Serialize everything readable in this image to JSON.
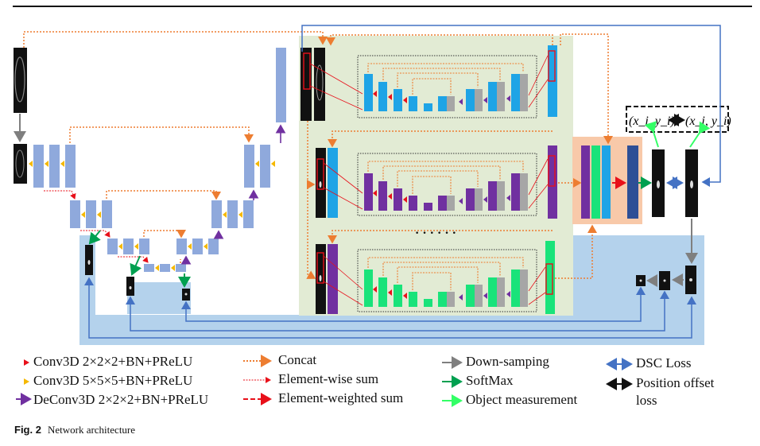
{
  "legend": {
    "conv3d_2": "Conv3D 2×2×2+BN+PReLU",
    "conv3d_5": "Conv3D 5×5×5+BN+PReLU",
    "deconv3d": "DeConv3D 2×2×2+BN+PReLU",
    "concat": "Concat",
    "element_sum": "Element-wise sum",
    "element_weighted_sum": "Element-weighted sum",
    "downsampling": "Down-samping",
    "softmax": "SoftMax",
    "object_measurement": "Object measurement",
    "dsc_loss": "DSC Loss",
    "position_offset_line1": "Position offset",
    "position_offset_line2": "loss"
  },
  "coords": {
    "left": "(x_i, y_i)",
    "right": "(x_i, y_i)"
  },
  "ellipsis": "· · · · · ·",
  "caption": {
    "label": "Fig. 2",
    "text": "Network architecture"
  },
  "colors": {
    "block_blue": "#8fa9dc",
    "cyan_block": "#1ea4e6",
    "purple_block": "#7030a0",
    "green_block": "#19e37a",
    "gray_block": "#a6a6a6",
    "dark_blue_block": "#2e4f96",
    "orange": "#ed7d31",
    "green_panel": "#e2ebd4",
    "salmon_panel": "#f8c9a9",
    "light_blue_panel": "#b4d2ec",
    "arrow_blue": "#4472c4",
    "softmax_green": "#00a050",
    "measure_green": "#33ff66",
    "red": "#e8101a",
    "yellow": "#f5b800"
  }
}
